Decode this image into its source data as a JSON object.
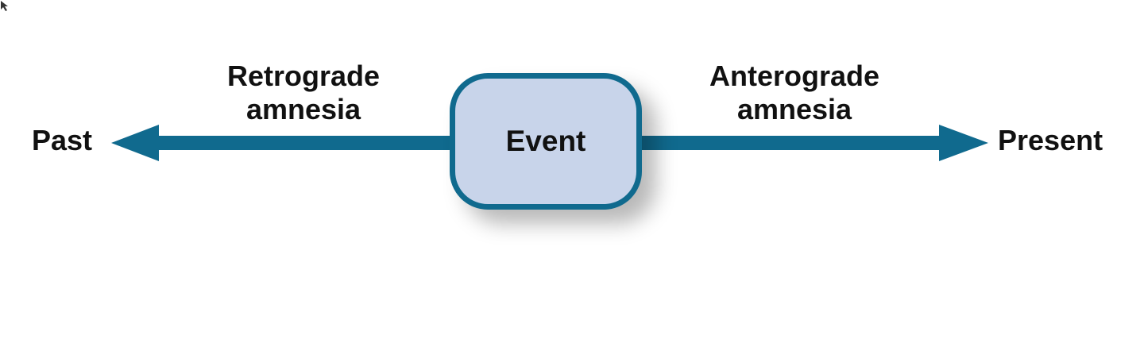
{
  "diagram": {
    "left_endpoint": "Past",
    "right_endpoint": "Present",
    "center_node": "Event",
    "left_segment_label": [
      "Retrograde",
      "amnesia"
    ],
    "right_segment_label": [
      "Anterograde",
      "amnesia"
    ]
  },
  "colors": {
    "arrow": "#106a8e",
    "box_fill": "#c8d4ea",
    "box_border": "#106a8e",
    "text": "#111111"
  }
}
